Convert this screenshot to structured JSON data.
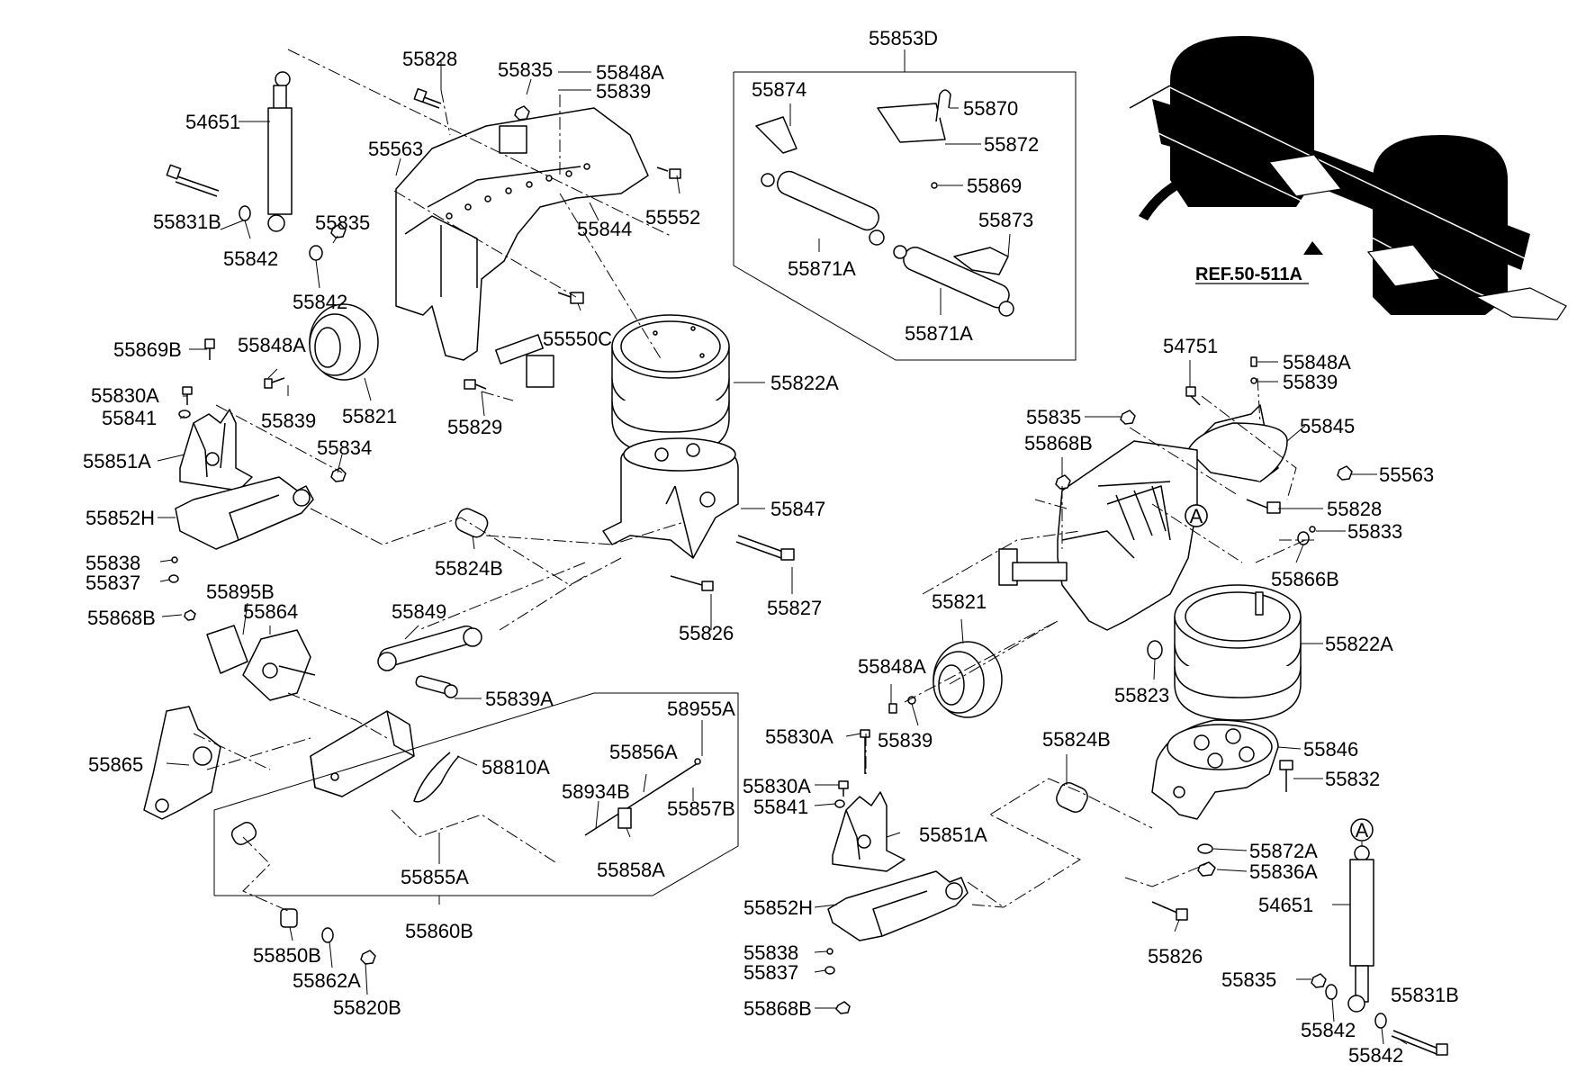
{
  "diagram": {
    "reference_label": "REF.50-511A",
    "callout_marker": "A",
    "part_labels": [
      "54651",
      "55828",
      "55835",
      "55848A",
      "55839",
      "55563",
      "55844",
      "55552",
      "55831B",
      "55842",
      "55835",
      "55842",
      "55550C",
      "55821",
      "55848A",
      "55839",
      "55829",
      "55869B",
      "55830A",
      "55841",
      "55834",
      "55851A",
      "55852H",
      "55838",
      "55837",
      "55868B",
      "55824B",
      "55895B",
      "55864",
      "55849",
      "55839A",
      "55865",
      "58810A",
      "58955A",
      "55856A",
      "58934B",
      "55857B",
      "55858A",
      "55855A",
      "55850B",
      "55862A",
      "55820B",
      "55860B",
      "55822A",
      "55847",
      "55827",
      "55826",
      "55853D",
      "55874",
      "55870",
      "55872",
      "55869",
      "55873",
      "55871A",
      "55871A",
      "54751",
      "55848A",
      "55839",
      "55835",
      "55845",
      "55868B",
      "55563",
      "55828",
      "55833",
      "55866B",
      "55821",
      "55822A",
      "55848A",
      "55839",
      "55823",
      "55830A",
      "55824B",
      "55846",
      "55832",
      "55830A",
      "55841",
      "55851A",
      "55872A",
      "55836A",
      "55852H",
      "55838",
      "55837",
      "55868B",
      "55826",
      "54651",
      "55835",
      "55831B",
      "55842",
      "55842"
    ]
  }
}
